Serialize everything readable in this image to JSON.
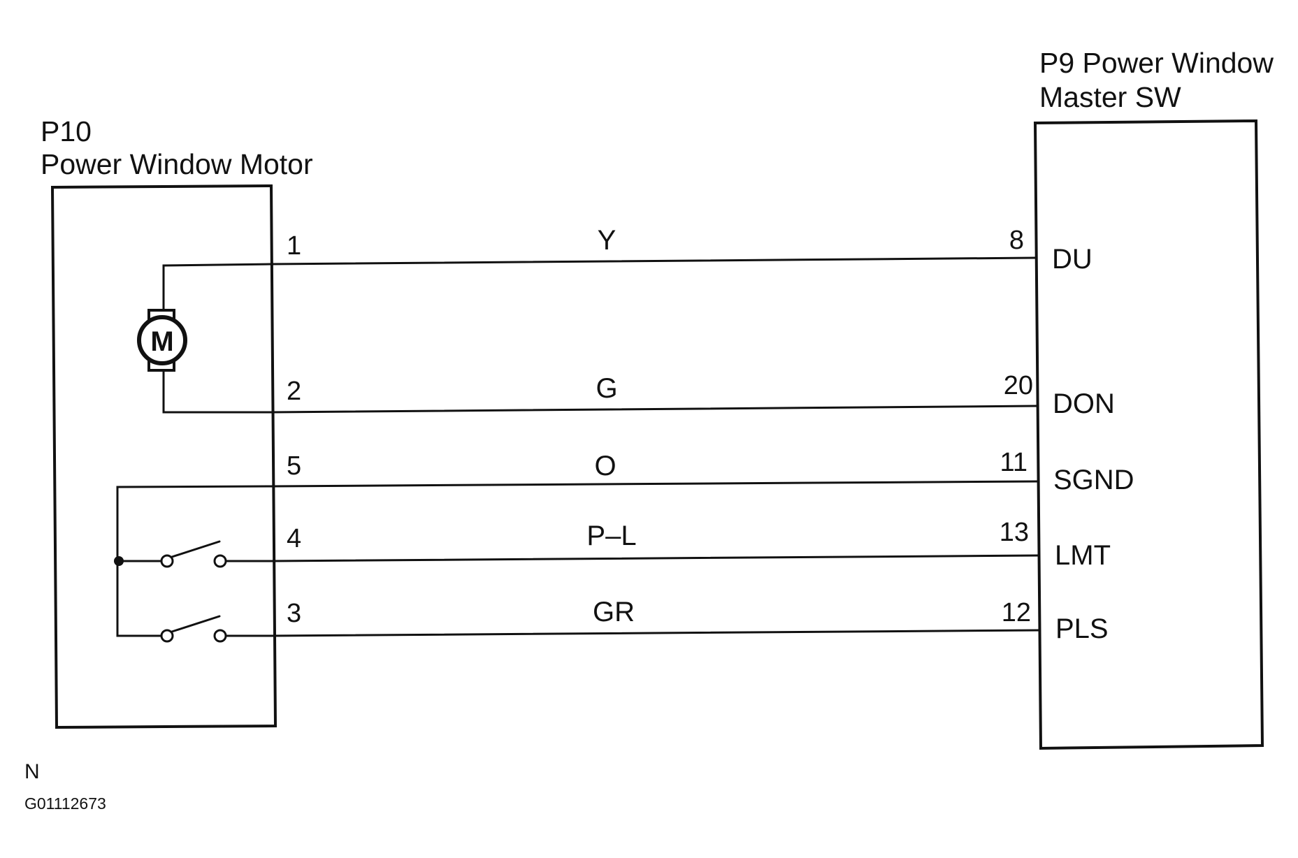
{
  "motor_unit": {
    "id": "P10",
    "name": "Power Window Motor",
    "motor_symbol": "M"
  },
  "master_switch": {
    "title_line1": "P9 Power Window",
    "title_line2": "Master SW"
  },
  "circuits": [
    {
      "motor_pin": "1",
      "wire_color": "Y",
      "switch_pin": "8",
      "terminal": "DU"
    },
    {
      "motor_pin": "2",
      "wire_color": "G",
      "switch_pin": "20",
      "terminal": "DON"
    },
    {
      "motor_pin": "5",
      "wire_color": "O",
      "switch_pin": "11",
      "terminal": "SGND"
    },
    {
      "motor_pin": "4",
      "wire_color": "P–L",
      "switch_pin": "13",
      "terminal": "LMT"
    },
    {
      "motor_pin": "3",
      "wire_color": "GR",
      "switch_pin": "12",
      "terminal": "PLS"
    }
  ],
  "footer": {
    "orientation": "N",
    "figure_code": "G01112673"
  }
}
